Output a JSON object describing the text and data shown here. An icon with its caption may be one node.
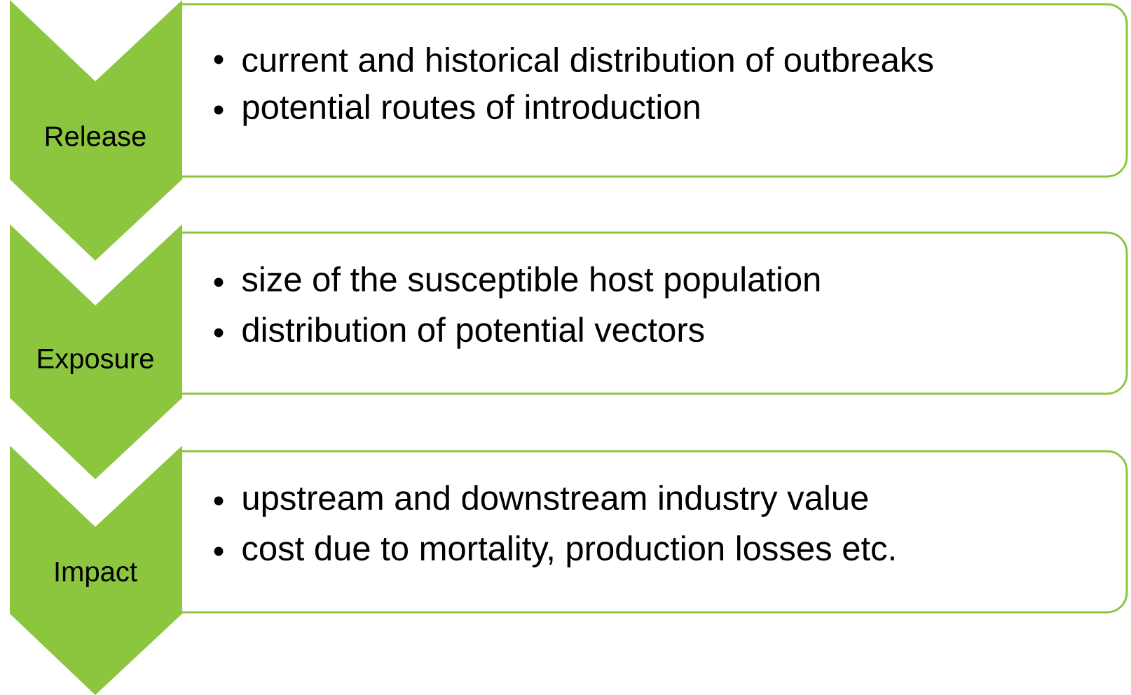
{
  "diagram": {
    "nodes": [
      {
        "text": [
          "Release"
        ]
      },
      {
        "text": [
          "current and historical distribution of outbreaks",
          "potential routes of introduction"
        ]
      },
      {
        "text": [
          "Exposure"
        ]
      },
      {
        "text": [
          "size of the susceptible host population",
          "distribution of potential vectors"
        ]
      },
      {
        "text": [
          "Impact"
        ]
      },
      {
        "text": [
          "upstream and downstream industry value",
          "cost due to mortality, production losses etc."
        ]
      }
    ]
  }
}
